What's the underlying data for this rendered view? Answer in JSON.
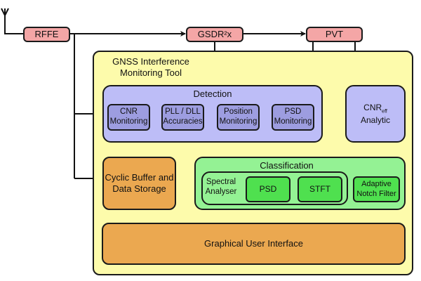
{
  "diagram": {
    "rf_chain": {
      "rffe": "RFFE",
      "gsdr": "GSDR²x",
      "pvt": "PVT"
    },
    "tool": {
      "title_line1": "GNSS Interference",
      "title_line2": "Monitoring Tool",
      "detection": {
        "title": "Detection",
        "modules": [
          {
            "line1": "CNR",
            "line2": "Monitoring"
          },
          {
            "line1": "PLL / DLL",
            "line2": "Accuracies"
          },
          {
            "line1": "Position",
            "line2": "Monitoring"
          },
          {
            "line1": "PSD",
            "line2": "Monitoring"
          }
        ]
      },
      "cnreff": {
        "main": "CNR",
        "sub": "eff",
        "line2": "Analytic"
      },
      "buffer": {
        "line1": "Cyclic Buffer and",
        "line2": "Data Storage"
      },
      "classification": {
        "title": "Classification",
        "spectral": {
          "line1": "Spectral",
          "line2": "Analyser",
          "psd": "PSD",
          "stft": "STFT"
        },
        "notch": {
          "line1": "Adaptive",
          "line2": "Notch Filter"
        }
      },
      "gui": "Graphical User Interface"
    },
    "colors": {
      "pink": "#f4a6a6",
      "yellow": "#fdfbab",
      "lavender": "#bdbdf7",
      "orange": "#eba850",
      "green": "#94f294",
      "bright_green": "#4fe04f"
    }
  }
}
